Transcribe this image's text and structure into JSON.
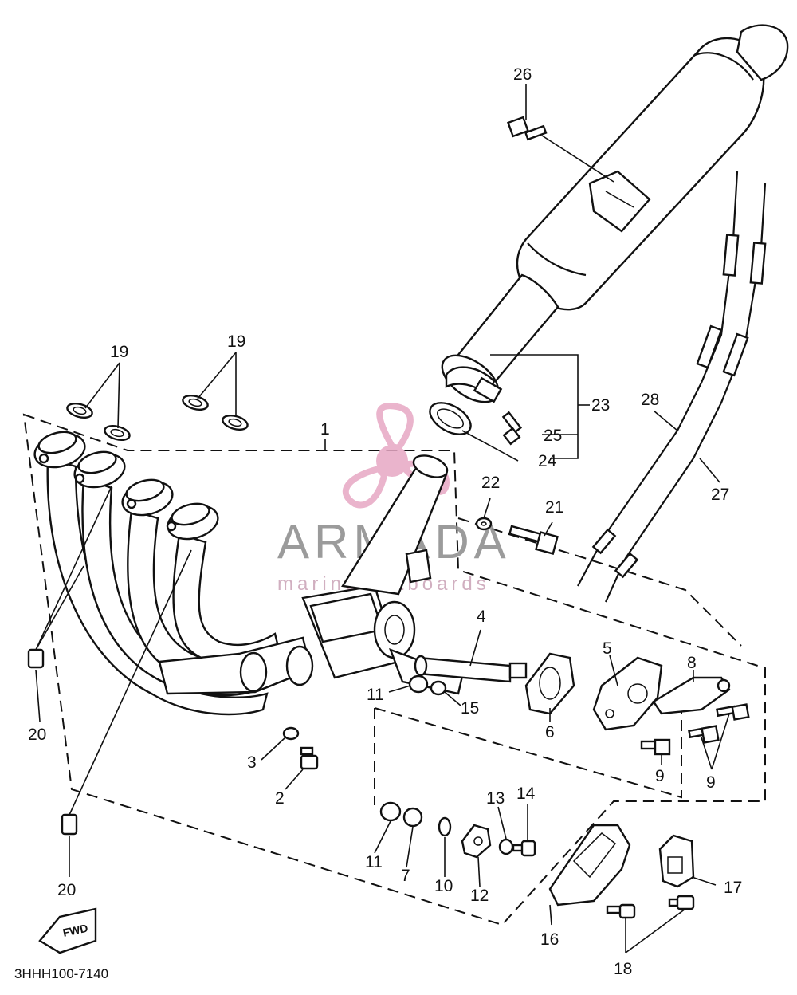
{
  "diagram_code": "3HHH100-7140",
  "watermark": {
    "brand": "ARMADA",
    "tagline": "marine outboards",
    "logo_colors": {
      "pink": "#e7a8c4",
      "grey": "#8a8a8a"
    }
  },
  "direction_badge": "FWD",
  "callouts": {
    "c1": "1",
    "c2": "2",
    "c3": "3",
    "c4": "4",
    "c5": "5",
    "c6": "6",
    "c7": "7",
    "c8": "8",
    "c9a": "9",
    "c9b": "9",
    "c10": "10",
    "c11a": "11",
    "c11b": "11",
    "c12": "12",
    "c13": "13",
    "c14": "14",
    "c15": "15",
    "c16": "16",
    "c17": "17",
    "c18": "18",
    "c19a": "19",
    "c19b": "19",
    "c20a": "20",
    "c20b": "20",
    "c21": "21",
    "c22": "22",
    "c23": "23",
    "c24": "24",
    "c25": "25",
    "c26": "26",
    "c27": "27",
    "c28": "28"
  }
}
